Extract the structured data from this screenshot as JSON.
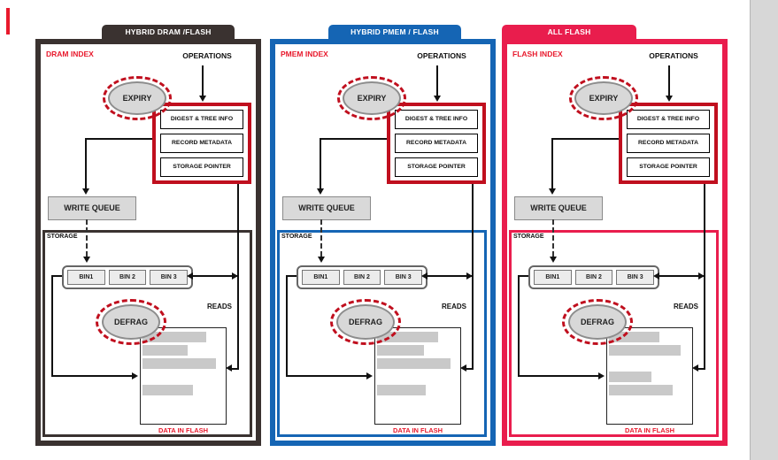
{
  "colors": {
    "accent_red": "#e8192c",
    "index_box_red": "#c00f1e",
    "dark": "#3a3230",
    "blue": "#1565b4",
    "red": "#e91d4d",
    "edge_strip_gray": "#d7d7d7"
  },
  "panels": [
    {
      "tab": "HYBRID DRAM /FLASH",
      "color": "#3a3230",
      "index_label": "DRAM INDEX",
      "operations_label": "OPERATIONS",
      "expiry_label": "EXPIRY",
      "index_boxes": [
        "DIGEST & TREE INFO",
        "RECORD METADATA",
        "STORAGE POINTER"
      ],
      "write_queue_label": "WRITE QUEUE",
      "storage_label": "STORAGE",
      "bins": [
        "BIN1",
        "BIN 2",
        "BIN 3"
      ],
      "defrag_label": "DEFRAG",
      "reads_label": "READS",
      "data_in_flash_label": "DATA IN FLASH",
      "data_bars": [
        78,
        55,
        90,
        0,
        62
      ]
    },
    {
      "tab": "HYBRID PMEM / FLASH",
      "color": "#1565b4",
      "index_label": "PMEM INDEX",
      "operations_label": "OPERATIONS",
      "expiry_label": "EXPIRY",
      "index_boxes": [
        "DIGEST & TREE INFO",
        "RECORD METADATA",
        "STORAGE POINTER"
      ],
      "write_queue_label": "WRITE QUEUE",
      "storage_label": "STORAGE",
      "bins": [
        "BIN1",
        "BIN 2",
        "BIN 3"
      ],
      "defrag_label": "DEFRAG",
      "reads_label": "READS",
      "data_in_flash_label": "DATA IN FLASH",
      "data_bars": [
        75,
        58,
        90,
        0,
        60
      ]
    },
    {
      "tab": "ALL FLASH",
      "color": "#e91d4d",
      "index_label": "FLASH INDEX",
      "operations_label": "OPERATIONS",
      "expiry_label": "EXPIRY",
      "index_boxes": [
        "DIGEST & TREE INFO",
        "RECORD METADATA",
        "STORAGE POINTER"
      ],
      "write_queue_label": "WRITE QUEUE",
      "storage_label": "STORAGE",
      "bins": [
        "BIN1",
        "BIN 2",
        "BIN 3"
      ],
      "defrag_label": "DEFRAG",
      "reads_label": "READS",
      "data_in_flash_label": "DATA IN FLASH",
      "data_bars": [
        62,
        88,
        0,
        52,
        78
      ]
    }
  ]
}
